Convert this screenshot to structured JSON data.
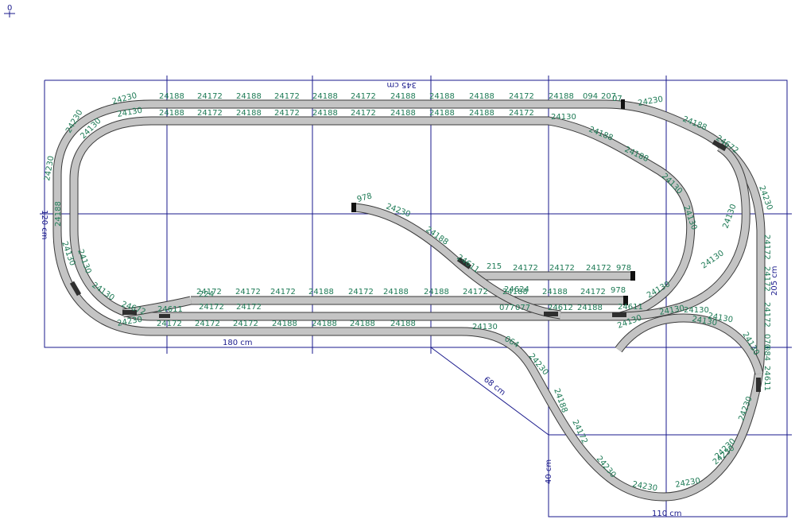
{
  "origin_label": "0",
  "dimensions": {
    "top_width": "345 cm",
    "left_height": "120 cm",
    "right_height": "205 cm",
    "bottom_width": "180 cm",
    "diagonal": "68 cm",
    "lower_height": "40 cm",
    "lower_width": "110 cm"
  },
  "labels": {
    "outer_top": [
      "24230",
      "24188",
      "24172",
      "24188",
      "24172",
      "24188",
      "24172",
      "24188",
      "24188",
      "24188",
      "24172",
      "24188",
      "094",
      "207",
      "07",
      "24230",
      "24188",
      "24672",
      "24230"
    ],
    "inner_top": [
      "24130",
      "24188",
      "24172",
      "24188",
      "24172",
      "24188",
      "24172",
      "24188",
      "24188",
      "24188",
      "24172",
      "24130",
      "24188",
      "24188",
      "24130",
      "24130"
    ],
    "left": [
      "24230",
      "24230",
      "24188",
      "24130",
      "24130",
      "24130",
      "24130",
      "24672"
    ],
    "right": [
      "24172",
      "24172",
      "24172",
      "070",
      "084",
      "24611",
      "24230",
      "24230",
      "24130",
      "24130",
      "24130"
    ],
    "siding": [
      "978",
      "24230",
      "24188",
      "24611",
      "215",
      "24172",
      "24172",
      "24172",
      "978",
      "978",
      "24172",
      "24188",
      "24188",
      "24624",
      "24172",
      "24188",
      "24188",
      "24172",
      "24188",
      "24172",
      "24172",
      "24172",
      "224",
      "24611",
      "077",
      "077",
      "24612",
      "24188",
      "24611",
      "24130",
      "24130",
      "24130",
      "24130",
      "24172",
      "24172"
    ],
    "bottom": [
      "24230",
      "24172",
      "24172",
      "24172",
      "24188",
      "24188",
      "24188",
      "24188",
      "24130",
      "064",
      "24230",
      "24188",
      "24172",
      "24230",
      "24230",
      "24230",
      "24230",
      "24130",
      "24130"
    ]
  }
}
